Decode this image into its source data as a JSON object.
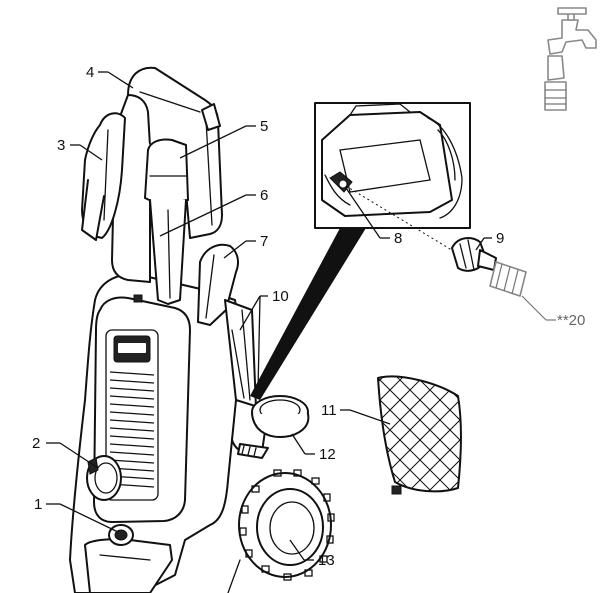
{
  "callouts": [
    {
      "id": "1",
      "text": "1"
    },
    {
      "id": "2",
      "text": "2"
    },
    {
      "id": "3",
      "text": "3"
    },
    {
      "id": "4",
      "text": "4"
    },
    {
      "id": "5",
      "text": "5"
    },
    {
      "id": "6",
      "text": "6"
    },
    {
      "id": "7",
      "text": "7"
    },
    {
      "id": "8",
      "text": "8"
    },
    {
      "id": "9",
      "text": "9"
    },
    {
      "id": "10",
      "text": "10"
    },
    {
      "id": "11",
      "text": "11"
    },
    {
      "id": "12",
      "text": "12"
    },
    {
      "id": "13",
      "text": "13"
    },
    {
      "id": "20",
      "text": "**20"
    }
  ],
  "colors": {
    "line": "#111111",
    "accessory": "#777777",
    "background": "#ffffff"
  }
}
